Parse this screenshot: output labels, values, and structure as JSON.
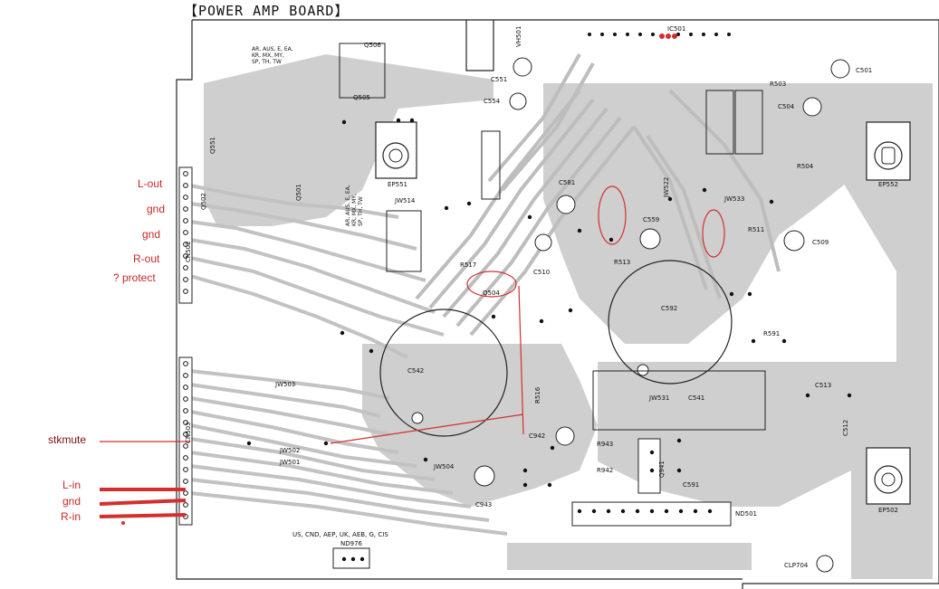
{
  "board": {
    "title": "【POWER AMP BOARD】",
    "region_note_top": [
      "AR, AUS, E, EA,",
      "KR, MX, MY,",
      "SP, TH, TW"
    ],
    "region_note_mid": [
      "AR, AUS, E, EA,",
      "KR, MX, MY,",
      "SP, TH, TW"
    ],
    "region_note_bottom": "US, CND, AEP, UK, AEB, G, CIS",
    "colors": {
      "trace": "#c9c9c9",
      "trace_dark": "#a9a9a9",
      "outline": "#222222",
      "annotation": "#c62828"
    }
  },
  "components": {
    "c542": "C542",
    "c592": "C592",
    "ep551": "EP551",
    "ep552": "EP552",
    "ep502": "EP502",
    "cn502": "CN502",
    "cn503": "CN503",
    "nd501": "ND501",
    "nd976": "ND976",
    "clp704": "CLP704",
    "jw531": "JW531",
    "c541": "C541",
    "c509": "C509",
    "c501": "C501",
    "c504": "C504",
    "c551": "C551",
    "c554": "C554",
    "c581": "C581",
    "c559": "C559",
    "c942": "C942",
    "c943": "C943",
    "c510": "C510",
    "c513": "C513",
    "c512": "C512",
    "c591": "C591",
    "r591": "R591",
    "r504": "R504",
    "r503": "R503",
    "r511": "R511",
    "r513": "R513",
    "r516": "R516",
    "r517": "R517",
    "r942": "R942",
    "r943": "R943",
    "jw502": "JW502",
    "jw501": "JW501",
    "jw503": "JW503",
    "jw504": "JW504",
    "jw533": "JW533",
    "jw522": "JW522",
    "jw514": "JW514",
    "q501": "Q501",
    "q502": "Q502",
    "q504": "Q504",
    "q505": "Q505",
    "q506": "Q506",
    "q551": "Q551",
    "q941": "Q941",
    "vh501": "VH501",
    "ic501": "IC501"
  },
  "annotations": {
    "l_out": "L-out",
    "gnd_1": "gnd",
    "gnd_2": "gnd",
    "r_out": "R-out",
    "protect": "?  protect",
    "stkmute": "stkmute",
    "l_in": "L-in",
    "gnd_in": "gnd",
    "r_in": "R-in"
  }
}
